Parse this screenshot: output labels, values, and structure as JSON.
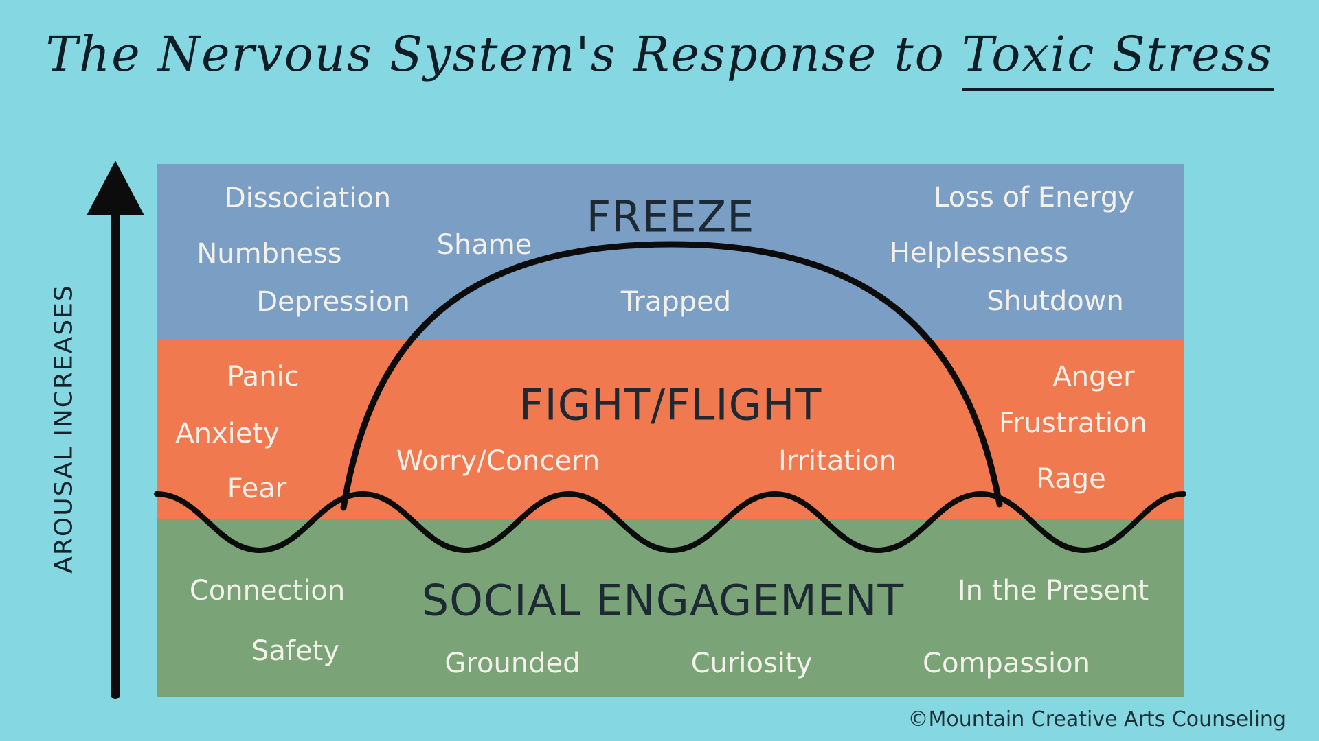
{
  "title": {
    "prefix": "The Nervous System's Response to ",
    "underlined": "Toxic Stress"
  },
  "y_axis_label": "AROUSAL INCREASES",
  "credit": "©Mountain Creative Arts Counseling",
  "colors": {
    "background": "#85d8e1",
    "freeze": "#7b9ec5",
    "fight_flight": "#f07950",
    "social": "#7aa478",
    "zone_word": "#f4f1ea",
    "zone_label": "#1d2933",
    "curve": "#0c0c0c"
  },
  "zones": [
    {
      "id": "freeze",
      "label": "FREEZE",
      "words": [
        "Dissociation",
        "Numbness",
        "Shame",
        "Depression",
        "Trapped",
        "Loss of Energy",
        "Helplessness",
        "Shutdown"
      ]
    },
    {
      "id": "fight-flight",
      "label": "FIGHT/FLIGHT",
      "words": [
        "Panic",
        "Anxiety",
        "Fear",
        "Worry/Concern",
        "Irritation",
        "Anger",
        "Frustration",
        "Rage"
      ]
    },
    {
      "id": "social-engagement",
      "label": "SOCIAL ENGAGEMENT",
      "words": [
        "Connection",
        "Safety",
        "Grounded",
        "Curiosity",
        "In the Present",
        "Compassion"
      ]
    }
  ]
}
